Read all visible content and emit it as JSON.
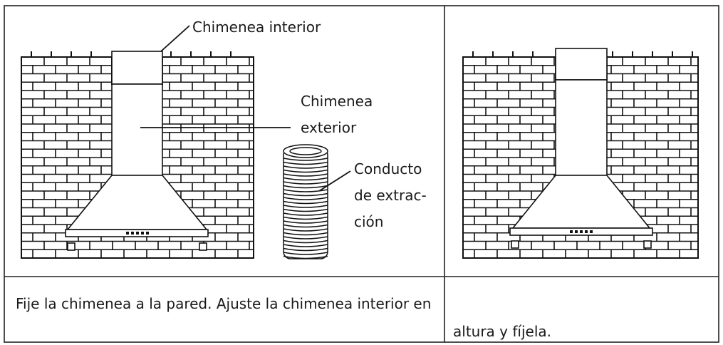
{
  "labels": {
    "inner_chimney": "Chimenea interior",
    "outer_chimney_1": "Chimenea",
    "outer_chimney_2": "exterior",
    "duct_1": "Conducto",
    "duct_2": "de extrac-",
    "duct_3": "ción"
  },
  "caption": {
    "line_1": "Fije la chimenea a la pared.  Ajuste la chimenea interior en",
    "line_2": "altura y fíjela."
  }
}
